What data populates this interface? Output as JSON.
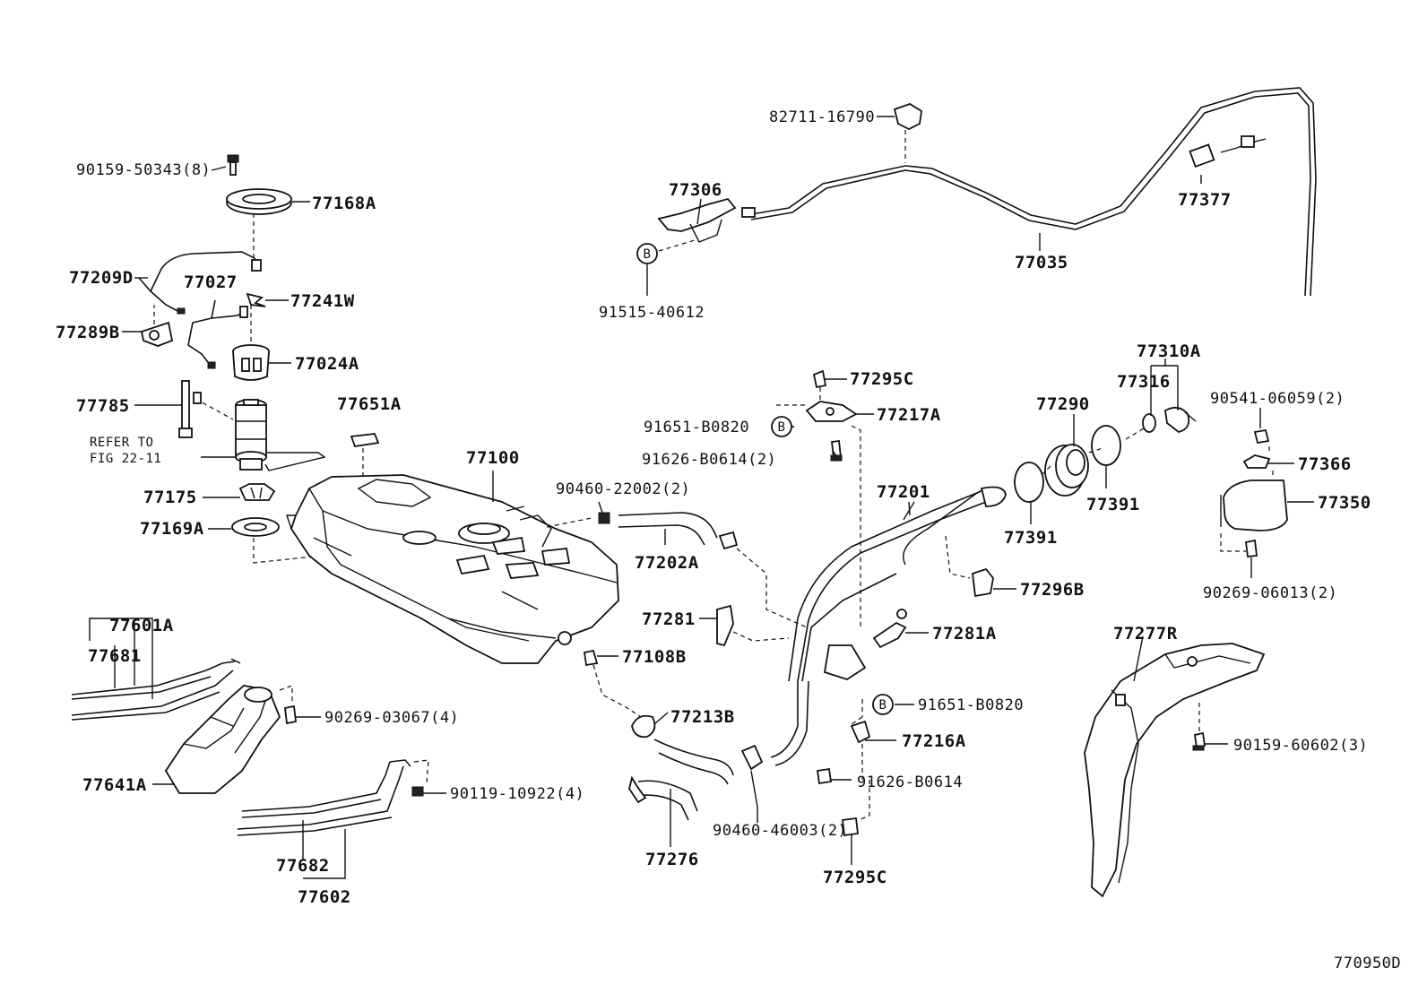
{
  "labels": {
    "l90159_50343": "90159-50343(8)",
    "l77168A": "77168A",
    "l77209D": "77209D",
    "l77027": "77027",
    "l77241W": "77241W",
    "l77289B": "77289B",
    "l77024A": "77024A",
    "l77785": "77785",
    "l77651A": "77651A",
    "refer1": "REFER TO",
    "refer2": "FIG 22-11",
    "l77100": "77100",
    "l77175": "77175",
    "l77169A": "77169A",
    "l90460_22002": "90460-22002(2)",
    "l77202A": "77202A",
    "l82711": "82711-16790",
    "l77306": "77306",
    "l91515": "91515-40612",
    "l77035": "77035",
    "l77377": "77377",
    "l77295C_top": "77295C",
    "l91651_top": "91651-B0820",
    "l77217A": "77217A",
    "l91626_top": "91626-B0614(2)",
    "l77201": "77201",
    "l77290": "77290",
    "l77310A": "77310A",
    "l77316": "77316",
    "l90541": "90541-06059(2)",
    "l77366": "77366",
    "l77391_a": "77391",
    "l77391_b": "77391",
    "l77350": "77350",
    "l90269_06013": "90269-06013(2)",
    "l77296B": "77296B",
    "l77281": "77281",
    "l77281A": "77281A",
    "l77108B": "77108B",
    "l77601A": "77601A",
    "l77681": "77681",
    "l90269_03067": "90269-03067(4)",
    "l77641A": "77641A",
    "l90119": "90119-10922(4)",
    "l77682": "77682",
    "l77602": "77602",
    "l77213B": "77213B",
    "l77276": "77276",
    "l90460_46003": "90460-46003(2)",
    "l91651_bot": "91651-B0820",
    "l77216A": "77216A",
    "l91626_bot": "91626-B0614",
    "l77295C_bot": "77295C",
    "l77277R": "77277R",
    "l90159_60602": "90159-60602(3)",
    "figcode": "770950D"
  },
  "markers": {
    "b1": "B",
    "b2": "B",
    "b3": "B"
  }
}
